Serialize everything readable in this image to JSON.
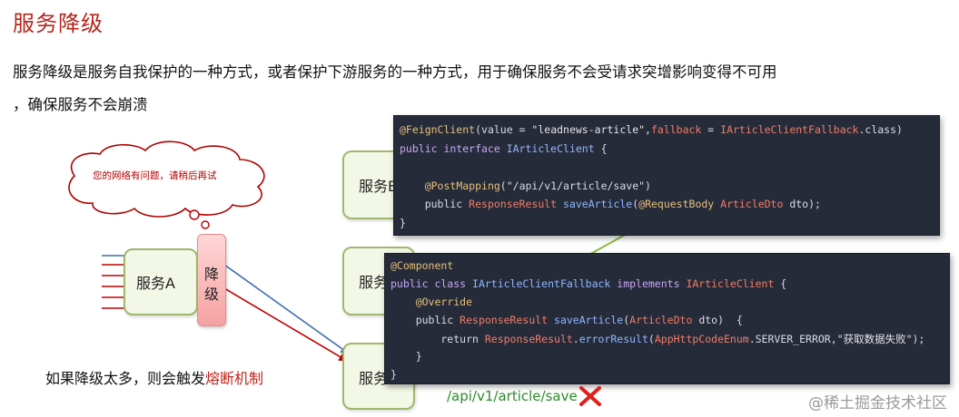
{
  "title": "服务降级",
  "description": {
    "line1": "服务降级是服务自我保护的一种方式，或者保护下游服务的一种方式，用于确保服务不会受请求突增影响变得不可用",
    "line2": "，确保服务不会崩溃"
  },
  "diagram": {
    "bubble_text": "您的网络有问题，请稍后再试",
    "service_a_label": "服务A",
    "degrade_label_1": "降",
    "degrade_label_2": "级",
    "service_b_partial_1": "服务B",
    "service_b_partial_2": "服务",
    "service_b_partial_3": "服务",
    "note_prefix": "如果降级太多，则会触发",
    "note_highlight": "熔断机制",
    "api_path": "/api/v1/article/save",
    "fail_icon": "red-x-icon"
  },
  "code_top": [
    [
      [
        "ann",
        "@FeignClient"
      ],
      [
        "pl",
        "("
      ],
      [
        "pl",
        "value = "
      ],
      [
        "str",
        "\"leadnews-article\""
      ],
      [
        "pl",
        ","
      ],
      [
        "ty",
        "fallback"
      ],
      [
        "pl",
        " = "
      ],
      [
        "ty",
        "IArticleClientFallback"
      ],
      [
        "pl",
        ".class)"
      ]
    ],
    [
      [
        "kw",
        "public interface "
      ],
      [
        "fn",
        "IArticleClient"
      ],
      [
        "pl",
        " {"
      ]
    ],
    [],
    [
      [
        "pl",
        "    "
      ],
      [
        "ann",
        "@PostMapping"
      ],
      [
        "pl",
        "(\"/api/v1/article/save\")"
      ]
    ],
    [
      [
        "pl",
        "    public "
      ],
      [
        "ty",
        "ResponseResult "
      ],
      [
        "fn",
        "saveArticle"
      ],
      [
        "pl",
        "("
      ],
      [
        "ann",
        "@RequestBody "
      ],
      [
        "ty",
        "ArticleDto "
      ],
      [
        "pl",
        "dto);"
      ]
    ],
    [
      [
        "pl",
        "}"
      ]
    ]
  ],
  "code_bottom": [
    [
      [
        "ann",
        "@Component"
      ]
    ],
    [
      [
        "kw",
        "public class "
      ],
      [
        "fn",
        "IArticleClientFallback "
      ],
      [
        "kw",
        "implements "
      ],
      [
        "ty",
        "IArticleClient"
      ],
      [
        "pl",
        " {"
      ]
    ],
    [
      [
        "pl",
        "    "
      ],
      [
        "ann",
        "@Override"
      ]
    ],
    [
      [
        "pl",
        "    public "
      ],
      [
        "ty",
        "ResponseResult "
      ],
      [
        "fn",
        "saveArticle"
      ],
      [
        "pl",
        "("
      ],
      [
        "ty",
        "ArticleDto "
      ],
      [
        "pl",
        "dto)  {"
      ]
    ],
    [
      [
        "pl",
        "        return "
      ],
      [
        "ty",
        "ResponseResult"
      ],
      [
        "pl",
        "."
      ],
      [
        "fn",
        "errorResult"
      ],
      [
        "pl",
        "("
      ],
      [
        "ty",
        "AppHttpCodeEnum"
      ],
      [
        "pl",
        ".SERVER_ERROR,"
      ],
      [
        "str",
        "\"获取数据失败\""
      ],
      [
        "pl",
        ");"
      ]
    ],
    [
      [
        "pl",
        "    }"
      ]
    ],
    [
      [
        "pl",
        "}"
      ]
    ]
  ],
  "watermark": "@稀土掘金技术社区",
  "colors": {
    "title": "#b5261e",
    "code_bg": "#262b3a",
    "box_fill": "#f3f7e6",
    "box_border": "#9fb86b"
  }
}
